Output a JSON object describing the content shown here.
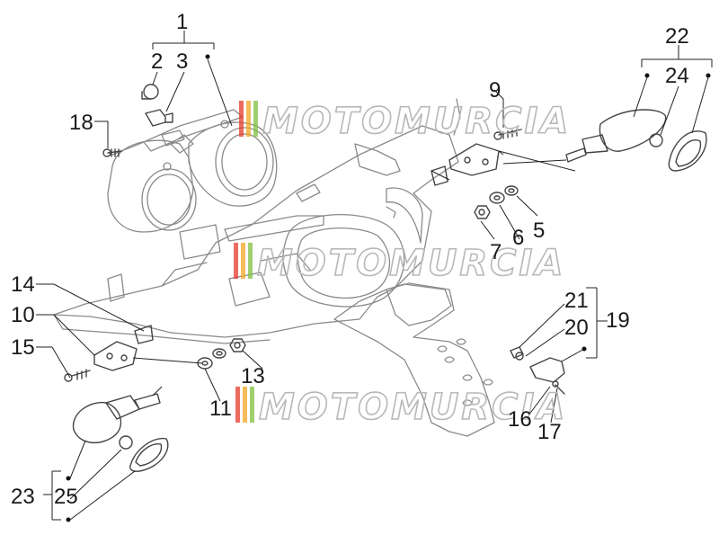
{
  "watermark": {
    "text": "MOTOMURCIA"
  },
  "callouts": {
    "c1": "1",
    "c2": "2",
    "c3": "3",
    "c4": "22",
    "c5": "24",
    "c6": "18",
    "c7": "9",
    "c8": "5",
    "c9": "6",
    "c10": "7",
    "c11": "14",
    "c12": "10",
    "c13": "15",
    "c14": "11",
    "c15": "13",
    "c16": "21",
    "c17": "20",
    "c18": "19",
    "c19": "16",
    "c20": "17",
    "c21": "23",
    "c22": "25"
  },
  "colors": {
    "line": "#222222",
    "part": "#8a8a8a",
    "watermark_stripes": [
      "#e63a2b",
      "#f2a623",
      "#7fbf3f"
    ]
  }
}
